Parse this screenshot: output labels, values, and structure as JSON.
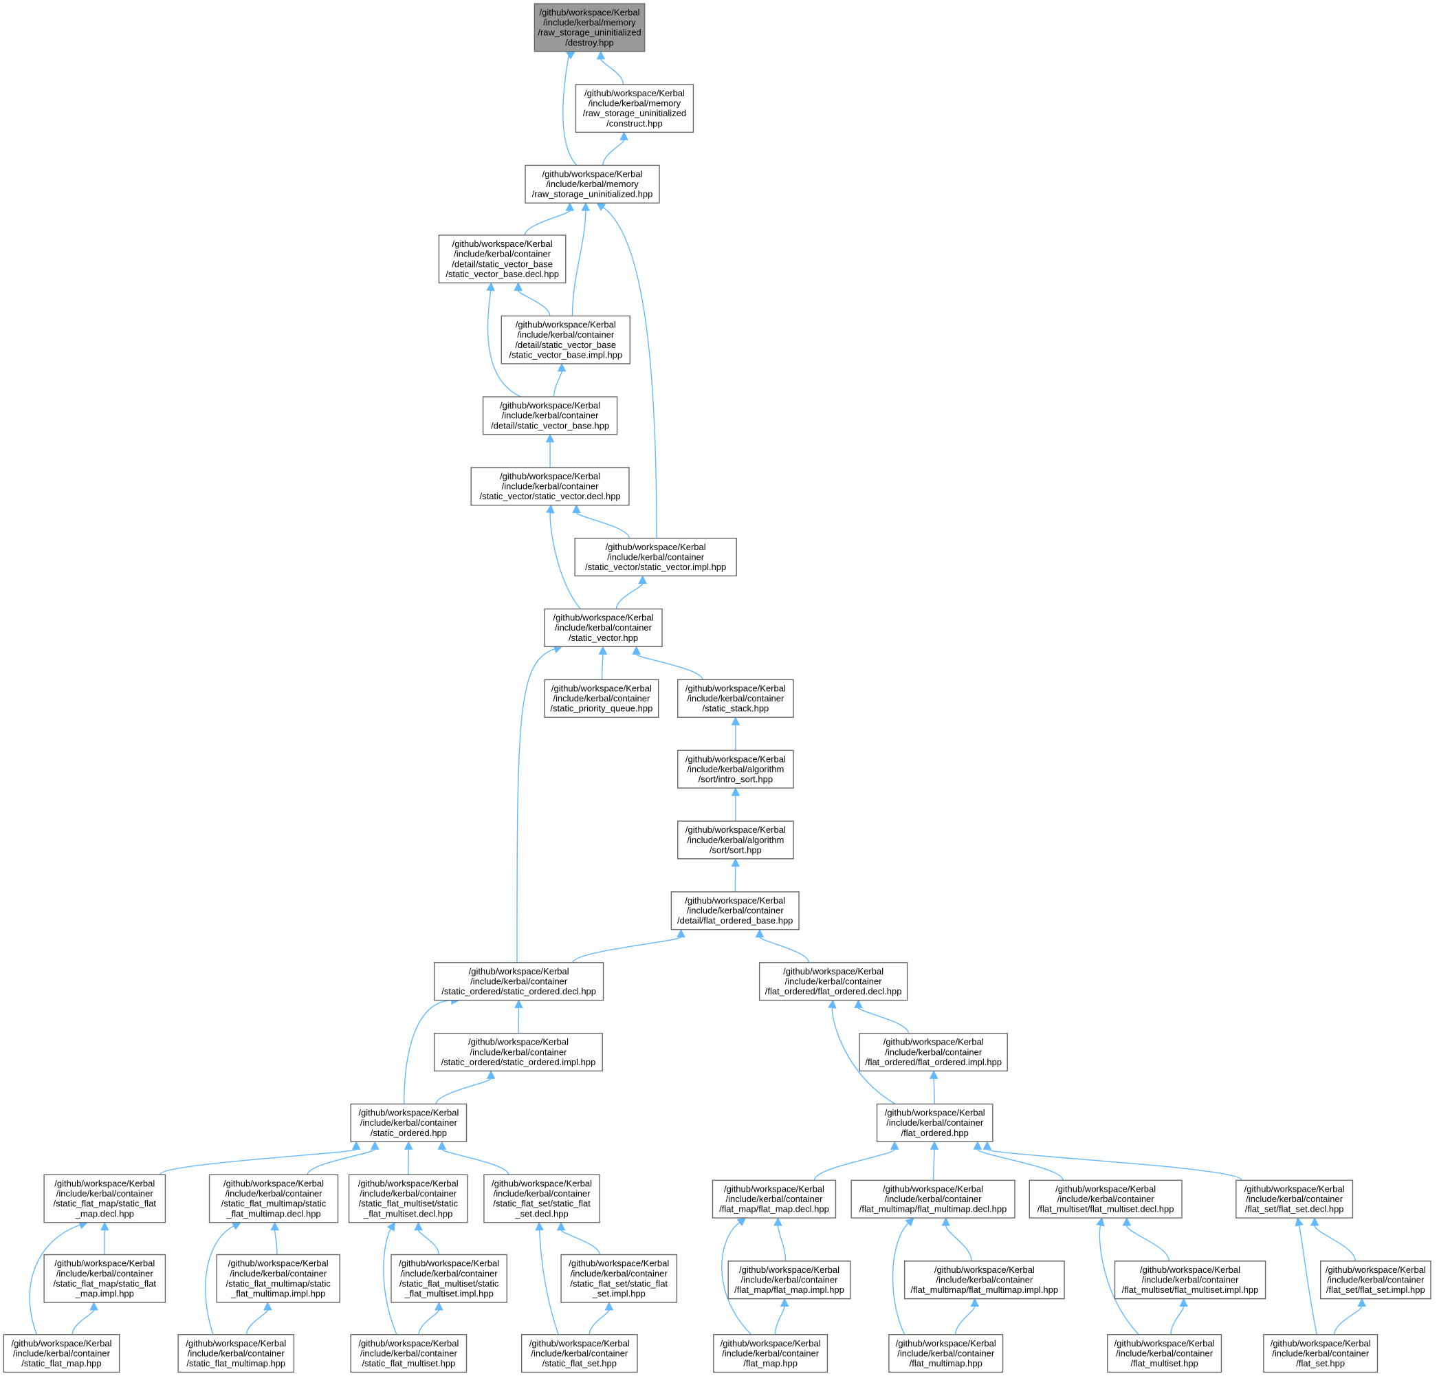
{
  "graph": {
    "nodes": [
      {
        "id": "destroy",
        "lines": [
          "/github/workspace/Kerbal",
          "/include/kerbal/memory",
          "/raw_storage_uninitialized",
          "/destroy.hpp"
        ],
        "root": true
      },
      {
        "id": "construct",
        "lines": [
          "/github/workspace/Kerbal",
          "/include/kerbal/memory",
          "/raw_storage_uninitialized",
          "/construct.hpp"
        ]
      },
      {
        "id": "rsu",
        "lines": [
          "/github/workspace/Kerbal",
          "/include/kerbal/memory",
          "/raw_storage_uninitialized.hpp"
        ]
      },
      {
        "id": "svb_decl",
        "lines": [
          "/github/workspace/Kerbal",
          "/include/kerbal/container",
          "/detail/static_vector_base",
          "/static_vector_base.decl.hpp"
        ]
      },
      {
        "id": "svb_impl",
        "lines": [
          "/github/workspace/Kerbal",
          "/include/kerbal/container",
          "/detail/static_vector_base",
          "/static_vector_base.impl.hpp"
        ]
      },
      {
        "id": "svb",
        "lines": [
          "/github/workspace/Kerbal",
          "/include/kerbal/container",
          "/detail/static_vector_base.hpp"
        ]
      },
      {
        "id": "sv_decl",
        "lines": [
          "/github/workspace/Kerbal",
          "/include/kerbal/container",
          "/static_vector/static_vector.decl.hpp"
        ]
      },
      {
        "id": "sv_impl",
        "lines": [
          "/github/workspace/Kerbal",
          "/include/kerbal/container",
          "/static_vector/static_vector.impl.hpp"
        ]
      },
      {
        "id": "sv",
        "lines": [
          "/github/workspace/Kerbal",
          "/include/kerbal/container",
          "/static_vector.hpp"
        ]
      },
      {
        "id": "spq",
        "lines": [
          "/github/workspace/Kerbal",
          "/include/kerbal/container",
          "/static_priority_queue.hpp"
        ]
      },
      {
        "id": "sstack",
        "lines": [
          "/github/workspace/Kerbal",
          "/include/kerbal/container",
          "/static_stack.hpp"
        ]
      },
      {
        "id": "intro",
        "lines": [
          "/github/workspace/Kerbal",
          "/include/kerbal/algorithm",
          "/sort/intro_sort.hpp"
        ]
      },
      {
        "id": "sort",
        "lines": [
          "/github/workspace/Kerbal",
          "/include/kerbal/algorithm",
          "/sort/sort.hpp"
        ]
      },
      {
        "id": "fob",
        "lines": [
          "/github/workspace/Kerbal",
          "/include/kerbal/container",
          "/detail/flat_ordered_base.hpp"
        ]
      },
      {
        "id": "so_decl",
        "lines": [
          "/github/workspace/Kerbal",
          "/include/kerbal/container",
          "/static_ordered/static_ordered.decl.hpp"
        ]
      },
      {
        "id": "fo_decl",
        "lines": [
          "/github/workspace/Kerbal",
          "/include/kerbal/container",
          "/flat_ordered/flat_ordered.decl.hpp"
        ]
      },
      {
        "id": "so_impl",
        "lines": [
          "/github/workspace/Kerbal",
          "/include/kerbal/container",
          "/static_ordered/static_ordered.impl.hpp"
        ]
      },
      {
        "id": "fo_impl",
        "lines": [
          "/github/workspace/Kerbal",
          "/include/kerbal/container",
          "/flat_ordered/flat_ordered.impl.hpp"
        ]
      },
      {
        "id": "so",
        "lines": [
          "/github/workspace/Kerbal",
          "/include/kerbal/container",
          "/static_ordered.hpp"
        ]
      },
      {
        "id": "fo",
        "lines": [
          "/github/workspace/Kerbal",
          "/include/kerbal/container",
          "/flat_ordered.hpp"
        ]
      },
      {
        "id": "sfm_decl",
        "lines": [
          "/github/workspace/Kerbal",
          "/include/kerbal/container",
          "/static_flat_map/static_flat",
          "_map.decl.hpp"
        ]
      },
      {
        "id": "sfmm_decl",
        "lines": [
          "/github/workspace/Kerbal",
          "/include/kerbal/container",
          "/static_flat_multimap/static",
          "_flat_multimap.decl.hpp"
        ]
      },
      {
        "id": "sfms_decl",
        "lines": [
          "/github/workspace/Kerbal",
          "/include/kerbal/container",
          "/static_flat_multiset/static",
          "_flat_multiset.decl.hpp"
        ]
      },
      {
        "id": "sfs_decl",
        "lines": [
          "/github/workspace/Kerbal",
          "/include/kerbal/container",
          "/static_flat_set/static_flat",
          "_set.decl.hpp"
        ]
      },
      {
        "id": "fm_decl",
        "lines": [
          "/github/workspace/Kerbal",
          "/include/kerbal/container",
          "/flat_map/flat_map.decl.hpp"
        ]
      },
      {
        "id": "fmm_decl",
        "lines": [
          "/github/workspace/Kerbal",
          "/include/kerbal/container",
          "/flat_multimap/flat_multimap.decl.hpp"
        ]
      },
      {
        "id": "fms_decl",
        "lines": [
          "/github/workspace/Kerbal",
          "/include/kerbal/container",
          "/flat_multiset/flat_multiset.decl.hpp"
        ]
      },
      {
        "id": "fs_decl",
        "lines": [
          "/github/workspace/Kerbal",
          "/include/kerbal/container",
          "/flat_set/flat_set.decl.hpp"
        ]
      },
      {
        "id": "sfm_impl",
        "lines": [
          "/github/workspace/Kerbal",
          "/include/kerbal/container",
          "/static_flat_map/static_flat",
          "_map.impl.hpp"
        ]
      },
      {
        "id": "sfmm_impl",
        "lines": [
          "/github/workspace/Kerbal",
          "/include/kerbal/container",
          "/static_flat_multimap/static",
          "_flat_multimap.impl.hpp"
        ]
      },
      {
        "id": "sfms_impl",
        "lines": [
          "/github/workspace/Kerbal",
          "/include/kerbal/container",
          "/static_flat_multiset/static",
          "_flat_multiset.impl.hpp"
        ]
      },
      {
        "id": "sfs_impl",
        "lines": [
          "/github/workspace/Kerbal",
          "/include/kerbal/container",
          "/static_flat_set/static_flat",
          "_set.impl.hpp"
        ]
      },
      {
        "id": "fm_impl",
        "lines": [
          "/github/workspace/Kerbal",
          "/include/kerbal/container",
          "/flat_map/flat_map.impl.hpp"
        ]
      },
      {
        "id": "fmm_impl",
        "lines": [
          "/github/workspace/Kerbal",
          "/include/kerbal/container",
          "/flat_multimap/flat_multimap.impl.hpp"
        ]
      },
      {
        "id": "fms_impl",
        "lines": [
          "/github/workspace/Kerbal",
          "/include/kerbal/container",
          "/flat_multiset/flat_multiset.impl.hpp"
        ]
      },
      {
        "id": "fs_impl",
        "lines": [
          "/github/workspace/Kerbal",
          "/include/kerbal/container",
          "/flat_set/flat_set.impl.hpp"
        ]
      },
      {
        "id": "sfm",
        "lines": [
          "/github/workspace/Kerbal",
          "/include/kerbal/container",
          "/static_flat_map.hpp"
        ]
      },
      {
        "id": "sfmm",
        "lines": [
          "/github/workspace/Kerbal",
          "/include/kerbal/container",
          "/static_flat_multimap.hpp"
        ]
      },
      {
        "id": "sfms",
        "lines": [
          "/github/workspace/Kerbal",
          "/include/kerbal/container",
          "/static_flat_multiset.hpp"
        ]
      },
      {
        "id": "sfs",
        "lines": [
          "/github/workspace/Kerbal",
          "/include/kerbal/container",
          "/static_flat_set.hpp"
        ]
      },
      {
        "id": "fm",
        "lines": [
          "/github/workspace/Kerbal",
          "/include/kerbal/container",
          "/flat_map.hpp"
        ]
      },
      {
        "id": "fmm",
        "lines": [
          "/github/workspace/Kerbal",
          "/include/kerbal/container",
          "/flat_multimap.hpp"
        ]
      },
      {
        "id": "fms",
        "lines": [
          "/github/workspace/Kerbal",
          "/include/kerbal/container",
          "/flat_multiset.hpp"
        ]
      },
      {
        "id": "fs",
        "lines": [
          "/github/workspace/Kerbal",
          "/include/kerbal/container",
          "/flat_set.hpp"
        ]
      }
    ],
    "edges": [
      {
        "from": "construct",
        "to": "destroy"
      },
      {
        "from": "rsu",
        "to": "destroy"
      },
      {
        "from": "rsu",
        "to": "construct"
      },
      {
        "from": "svb_decl",
        "to": "rsu"
      },
      {
        "from": "svb_impl",
        "to": "rsu"
      },
      {
        "from": "sv_impl",
        "to": "rsu"
      },
      {
        "from": "svb_impl",
        "to": "svb_decl"
      },
      {
        "from": "svb",
        "to": "svb_decl"
      },
      {
        "from": "svb",
        "to": "svb_impl"
      },
      {
        "from": "sv_decl",
        "to": "svb"
      },
      {
        "from": "sv_impl",
        "to": "sv_decl"
      },
      {
        "from": "sv",
        "to": "sv_decl"
      },
      {
        "from": "sv",
        "to": "sv_impl"
      },
      {
        "from": "spq",
        "to": "sv"
      },
      {
        "from": "sstack",
        "to": "sv"
      },
      {
        "from": "so_decl",
        "to": "sv"
      },
      {
        "from": "intro",
        "to": "sstack"
      },
      {
        "from": "sort",
        "to": "intro"
      },
      {
        "from": "fob",
        "to": "sort"
      },
      {
        "from": "so_decl",
        "to": "fob"
      },
      {
        "from": "fo_decl",
        "to": "fob"
      },
      {
        "from": "so_impl",
        "to": "so_decl"
      },
      {
        "from": "so",
        "to": "so_decl"
      },
      {
        "from": "so",
        "to": "so_impl"
      },
      {
        "from": "fo_impl",
        "to": "fo_decl"
      },
      {
        "from": "fo",
        "to": "fo_decl"
      },
      {
        "from": "fo",
        "to": "fo_impl"
      },
      {
        "from": "sfm_decl",
        "to": "so"
      },
      {
        "from": "sfmm_decl",
        "to": "so"
      },
      {
        "from": "sfms_decl",
        "to": "so"
      },
      {
        "from": "sfs_decl",
        "to": "so"
      },
      {
        "from": "fm_decl",
        "to": "fo"
      },
      {
        "from": "fmm_decl",
        "to": "fo"
      },
      {
        "from": "fms_decl",
        "to": "fo"
      },
      {
        "from": "fs_decl",
        "to": "fo"
      },
      {
        "from": "sfm_impl",
        "to": "sfm_decl"
      },
      {
        "from": "sfm",
        "to": "sfm_decl"
      },
      {
        "from": "sfm",
        "to": "sfm_impl"
      },
      {
        "from": "sfmm_impl",
        "to": "sfmm_decl"
      },
      {
        "from": "sfmm",
        "to": "sfmm_decl"
      },
      {
        "from": "sfmm",
        "to": "sfmm_impl"
      },
      {
        "from": "sfms_impl",
        "to": "sfms_decl"
      },
      {
        "from": "sfms",
        "to": "sfms_decl"
      },
      {
        "from": "sfms",
        "to": "sfms_impl"
      },
      {
        "from": "sfs_impl",
        "to": "sfs_decl"
      },
      {
        "from": "sfs",
        "to": "sfs_decl"
      },
      {
        "from": "sfs",
        "to": "sfs_impl"
      },
      {
        "from": "fm_impl",
        "to": "fm_decl"
      },
      {
        "from": "fm",
        "to": "fm_decl"
      },
      {
        "from": "fm",
        "to": "fm_impl"
      },
      {
        "from": "fmm_impl",
        "to": "fmm_decl"
      },
      {
        "from": "fmm",
        "to": "fmm_decl"
      },
      {
        "from": "fmm",
        "to": "fmm_impl"
      },
      {
        "from": "fms_impl",
        "to": "fms_decl"
      },
      {
        "from": "fms",
        "to": "fms_decl"
      },
      {
        "from": "fms",
        "to": "fms_impl"
      },
      {
        "from": "fs_impl",
        "to": "fs_decl"
      },
      {
        "from": "fs",
        "to": "fs_decl"
      },
      {
        "from": "fs",
        "to": "fs_impl"
      }
    ],
    "colors": {
      "root_fill": "#999999",
      "node_fill": "#ffffff",
      "node_border": "#666666",
      "edge": "#63b8ff"
    }
  }
}
